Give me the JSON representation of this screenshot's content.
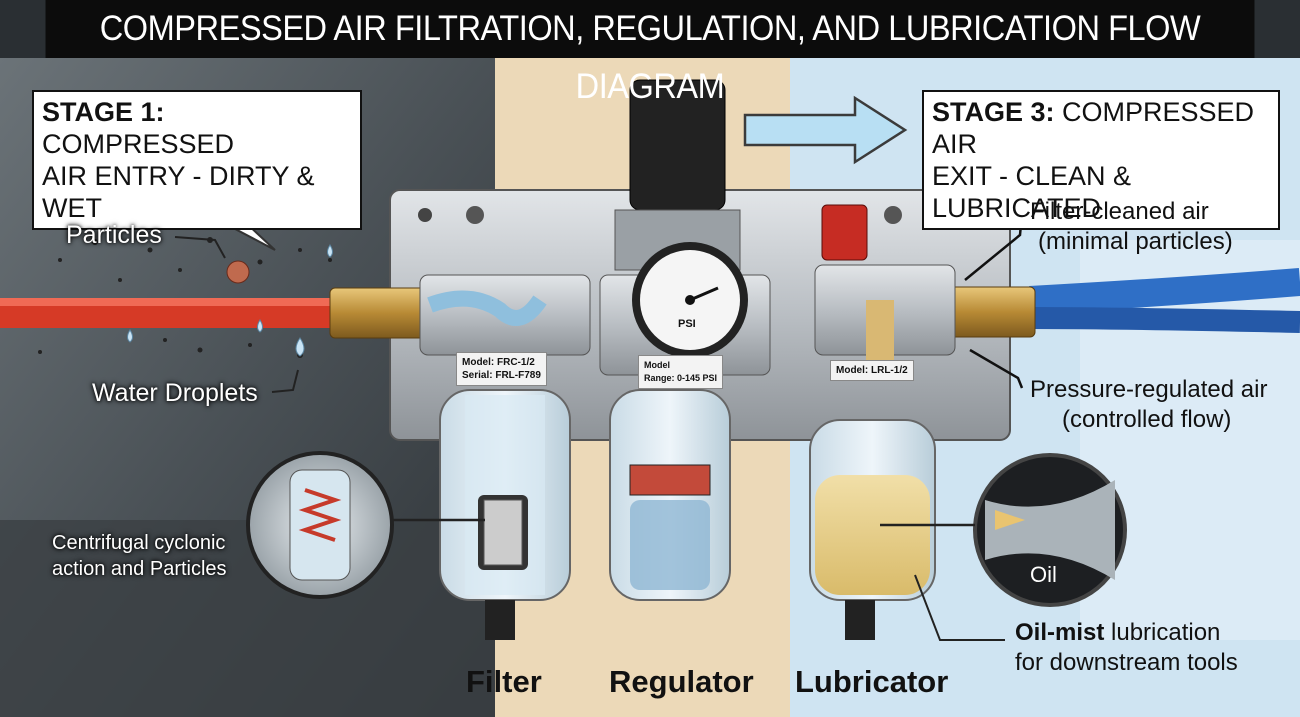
{
  "title": "COMPRESSED AIR FILTRATION, REGULATION, AND LUBRICATION FLOW DIAGRAM",
  "stage1": {
    "prefix": "STAGE 1:",
    "text": " COMPRESSED",
    "line2": "AIR ENTRY - DIRTY & WET"
  },
  "stage3": {
    "prefix": "STAGE 3:",
    "text": " COMPRESSED AIR",
    "line2": "EXIT - CLEAN & LUBRICATED"
  },
  "callouts": {
    "particles": "Particles",
    "water": "Water Droplets",
    "cyclonic_line1": "Centrifugal cyclonic",
    "cyclonic_line2": "action and Particles",
    "filter_clean_line1": "Filter-cleaned air",
    "filter_clean_line2": "(minimal particles)",
    "pressure_line1": "Pressure-regulated air",
    "pressure_line2": "(controlled flow)",
    "oil": "Oil",
    "oilmist_bold": "Oil-mist",
    "oilmist_rest": " lubrication",
    "oilmist_line2": "for downstream tools"
  },
  "plates": {
    "filter_model": "Model: FRC-1/2",
    "filter_serial": "Serial: FRL-F789",
    "regulator_model": "Model",
    "regulator_range": "Range: 0-145 PSI",
    "lubricator_model": "Model: LRL-1/2"
  },
  "gauge": {
    "unit": "PSI"
  },
  "units": {
    "filter": "Filter",
    "regulator": "Regulator",
    "lubricator": "Lubricator"
  },
  "colors": {
    "inlet_hose": "#d63a26",
    "outlet_hose": "#2f6fc6",
    "oil": "#e8cf8a",
    "panel_tan": "#ecd9b8",
    "panel_blue": "#cfe4f2"
  }
}
